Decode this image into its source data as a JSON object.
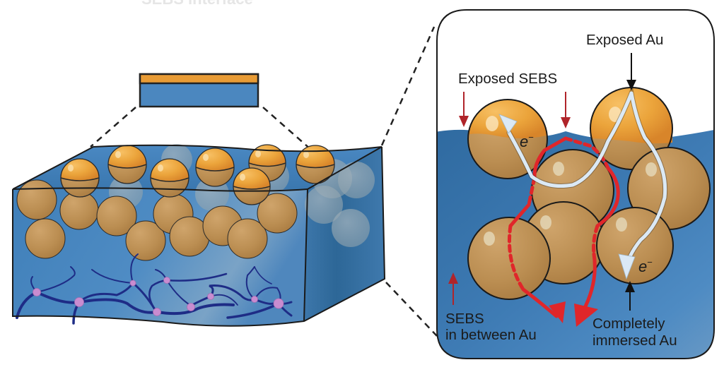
{
  "figure": {
    "title_cutoff": "SEBS interface",
    "inset_layers": {
      "top_layer_color": "#e89b35",
      "bottom_layer_color": "#4b87bf"
    },
    "colors": {
      "sebs_blue": "#4a86be",
      "sebs_dark_blue": "#2f6fa7",
      "au_exposed": "#eba43b",
      "au_immersed": "#b98c4e",
      "polymer_chain": "#1e2c86",
      "crosslink": "#c98cd0",
      "electron_path": "#dbe9f5",
      "ionic_path": "#e0262a",
      "label_arrow_red": "#b0242a",
      "label_arrow_black": "#111111"
    },
    "labels": {
      "exposed_au": "Exposed Au",
      "exposed_sebs": "Exposed SEBS",
      "sebs_between_line1": "SEBS",
      "sebs_between_line2": "in between Au",
      "immersed_line1": "Completely",
      "immersed_line2": "immersed Au",
      "electron_symbol": "e",
      "electron_charge": "−"
    }
  }
}
